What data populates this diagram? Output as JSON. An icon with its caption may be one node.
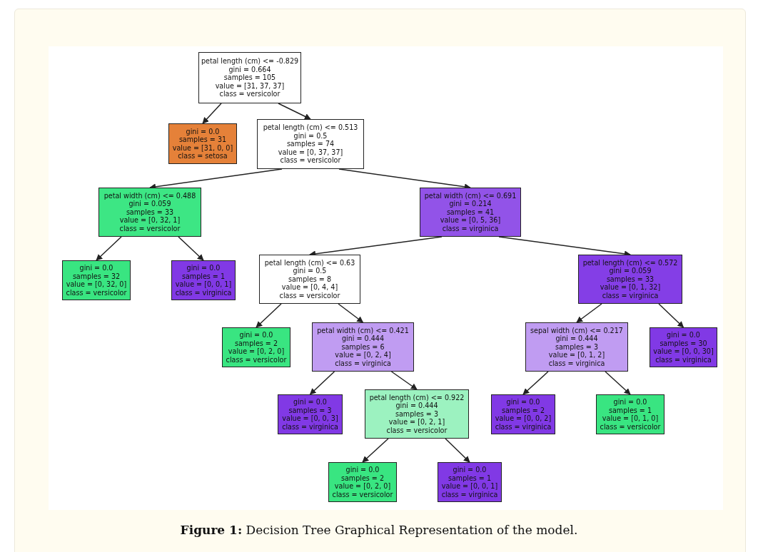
{
  "diagram": {
    "caption": "**Figure 1:** Decision Tree Graphical Representation of the model.",
    "nodes": [
      {
        "text": [
          "petal length (cm) <= -0.829",
          "gini = 0.664",
          "samples = 105",
          "value = [31, 37, 37]",
          "class = versicolor"
        ]
      },
      {
        "text": [
          "gini = 0.0",
          "samples = 31",
          "value = [31, 0, 0]",
          "class = setosa"
        ]
      },
      {
        "text": [
          "petal length (cm) <= 0.513",
          "gini = 0.5",
          "samples = 74",
          "value = [0, 37, 37]",
          "class = versicolor"
        ]
      },
      {
        "text": [
          "petal width (cm) <= 0.488",
          "gini = 0.059",
          "samples = 33",
          "value = [0, 32, 1]",
          "class = versicolor"
        ]
      },
      {
        "text": [
          "petal width (cm) <= 0.691",
          "gini = 0.214",
          "samples = 41",
          "value = [0, 5, 36]",
          "class = virginica"
        ]
      },
      {
        "text": [
          "gini = 0.0",
          "samples = 32",
          "value = [0, 32, 0]",
          "class = versicolor"
        ]
      },
      {
        "text": [
          "gini = 0.0",
          "samples = 1",
          "value = [0, 0, 1]",
          "class = virginica"
        ]
      },
      {
        "text": [
          "petal length (cm) <= 0.63",
          "gini = 0.5",
          "samples = 8",
          "value = [0, 4, 4]",
          "class = versicolor"
        ]
      },
      {
        "text": [
          "petal length (cm) <= 0.572",
          "gini = 0.059",
          "samples = 33",
          "value = [0, 1, 32]",
          "class = virginica"
        ]
      },
      {
        "text": [
          "gini = 0.0",
          "samples = 2",
          "value = [0, 2, 0]",
          "class = versicolor"
        ]
      },
      {
        "text": [
          "petal width (cm) <= 0.421",
          "gini = 0.444",
          "samples = 6",
          "value = [0, 2, 4]",
          "class = virginica"
        ]
      },
      {
        "text": [
          "sepal width (cm) <= 0.217",
          "gini = 0.444",
          "samples = 3",
          "value = [0, 1, 2]",
          "class = virginica"
        ]
      },
      {
        "text": [
          "gini = 0.0",
          "samples = 30",
          "value = [0, 0, 30]",
          "class = virginica"
        ]
      },
      {
        "text": [
          "gini = 0.0",
          "samples = 3",
          "value = [0, 0, 3]",
          "class = virginica"
        ]
      },
      {
        "text": [
          "petal length (cm) <= 0.922",
          "gini = 0.444",
          "samples = 3",
          "value = [0, 2, 1]",
          "class = versicolor"
        ]
      },
      {
        "text": [
          "gini = 0.0",
          "samples = 2",
          "value = [0, 0, 2]",
          "class = virginica"
        ]
      },
      {
        "text": [
          "gini = 0.0",
          "samples = 1",
          "value = [0, 1, 0]",
          "class = versicolor"
        ]
      },
      {
        "text": [
          "gini = 0.0",
          "samples = 2",
          "value = [0, 2, 0]",
          "class = versicolor"
        ]
      },
      {
        "text": [
          "gini = 0.0",
          "samples = 1",
          "value = [0, 0, 1]",
          "class = virginica"
        ]
      }
    ],
    "edges": [
      {
        "from": 0,
        "to": 1,
        "arrow": "to"
      },
      {
        "from": 0,
        "to": 2,
        "arrow": "to"
      },
      {
        "from": 2,
        "to": 3,
        "arrow": "to"
      },
      {
        "from": 2,
        "to": 4,
        "arrow": "to"
      },
      {
        "from": 3,
        "to": 5,
        "arrow": "to"
      },
      {
        "from": 3,
        "to": 6,
        "arrow": "to"
      },
      {
        "from": 4,
        "to": 7,
        "arrow": "to"
      },
      {
        "from": 4,
        "to": 8,
        "arrow": "to"
      },
      {
        "from": 7,
        "to": 9,
        "arrow": "to"
      },
      {
        "from": 7,
        "to": 10,
        "arrow": "to"
      },
      {
        "from": 8,
        "to": 11,
        "arrow": "to"
      },
      {
        "from": 8,
        "to": 12,
        "arrow": "to"
      },
      {
        "from": 10,
        "to": 13,
        "arrow": "to"
      },
      {
        "from": 10,
        "to": 14,
        "arrow": "to"
      },
      {
        "from": 11,
        "to": 15,
        "arrow": "to"
      },
      {
        "from": 11,
        "to": 16,
        "arrow": "to"
      },
      {
        "from": 14,
        "to": 17,
        "arrow": "to"
      },
      {
        "from": 14,
        "to": 18,
        "arrow": "to"
      }
    ]
  }
}
